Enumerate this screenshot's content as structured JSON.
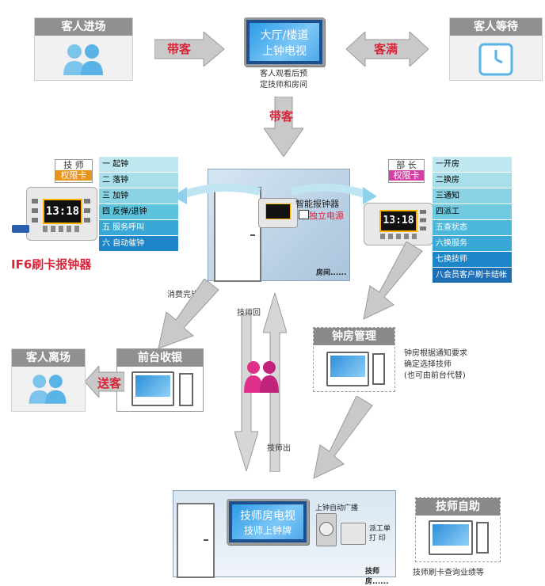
{
  "top": {
    "guest_enter": "客人进场",
    "guest_wait": "客人等待",
    "lobby_tv_line1": "大厅/楼道",
    "lobby_tv_line2": "上钟电视",
    "lobby_caption_line1": "客人观看后预",
    "lobby_caption_line2": "定技师和房间",
    "arrow_bring": "带客",
    "arrow_full": "客满",
    "arrow_down": "带客"
  },
  "left": {
    "card_line1": "技 师",
    "card_line2": "权限卡",
    "device_time": "13:18",
    "device_name": "IF6刷卡报钟器",
    "items": [
      "一 起钟",
      "二 落钟",
      "三 加钟",
      "四 反弹/退钟",
      "五 服务呼叫",
      "六 自动催钟"
    ]
  },
  "right": {
    "card_line1": "部 长",
    "card_line2": "权限卡",
    "device_time": "13:18",
    "items": [
      "一开房",
      "二换房",
      "三通知",
      "四派工",
      "五查状态",
      "六换服务",
      "七换技师",
      "八会员客户刷卡结帐"
    ]
  },
  "room": {
    "device_label": "智能报钟器",
    "power_label": "独立电源",
    "room_label": "房间......"
  },
  "middle": {
    "consume_done": "消费完毕",
    "tech_return": "技师回",
    "tech_out": "技师出",
    "reception": "前台收银",
    "guest_leave": "客人离场",
    "send_guest": "送客",
    "bell_room": "钟房管理",
    "bell_desc_line1": "钟房根据通知要求",
    "bell_desc_line2": "确定选择技师",
    "bell_desc_line3": "(也可由前台代替)"
  },
  "bottom": {
    "tv_line1": "技师房电视",
    "tv_line2": "技师上钟牌",
    "broadcast": "上钟自动广播",
    "dispatch_line1": "派工单",
    "dispatch_line2": "打  印",
    "tech_room": "技师房......",
    "self_service": "技师自助",
    "self_caption": "技师刷卡查询业绩等"
  },
  "colors": {
    "red": "#d9253a",
    "title_gray": "#909090",
    "list_light": "#bfe7ef",
    "list_mid": "#5cc3dc",
    "list_dark": "#1e86c8",
    "list_right_last": "#1d6fb6",
    "pink": "#e0308a"
  }
}
